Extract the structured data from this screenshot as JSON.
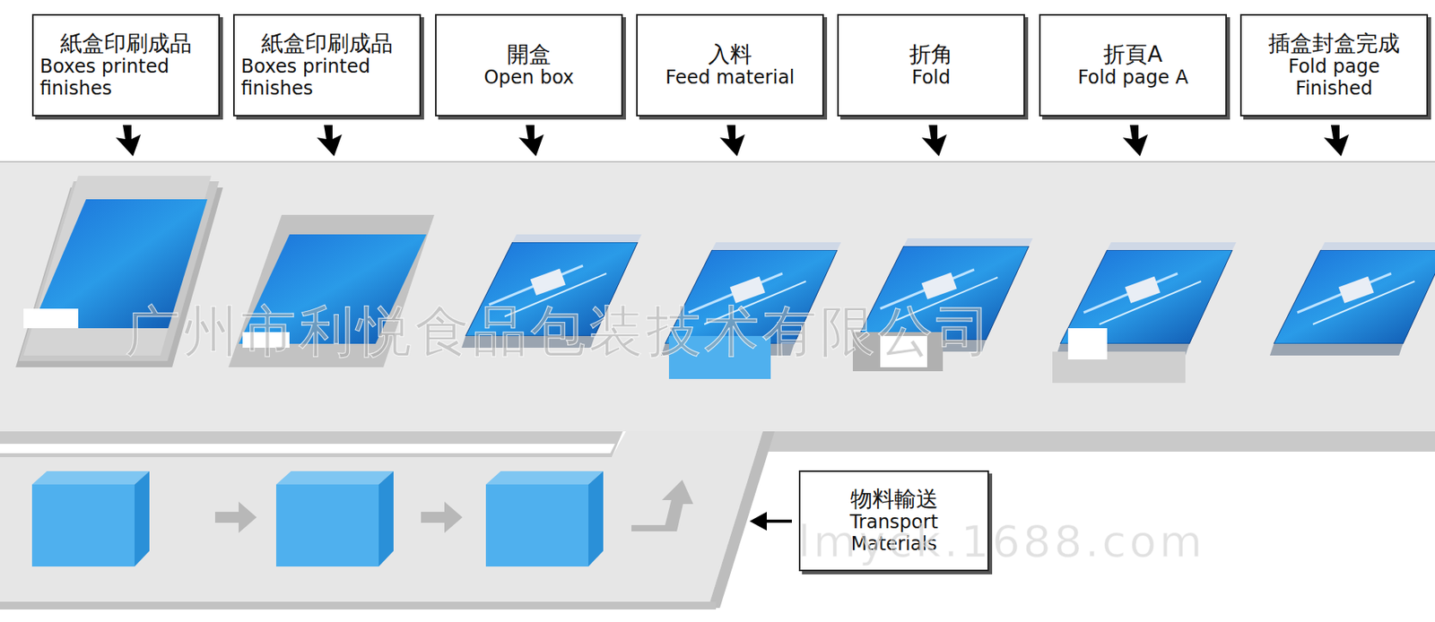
{
  "diagram": {
    "nodes": [
      {
        "text": [
          "紙盒印刷成品",
          "Boxes printed finishes"
        ]
      },
      {
        "text": [
          "紙盒印刷成品",
          "Boxes printed finishes"
        ]
      },
      {
        "text": [
          "開盒",
          "Open box"
        ]
      },
      {
        "text": [
          "入料",
          "Feed material"
        ]
      },
      {
        "text": [
          "折角",
          "Fold"
        ]
      },
      {
        "text": [
          "折頁A",
          "Fold page A"
        ]
      },
      {
        "text": [
          "插盒封盒完成",
          "Fold page Finished"
        ]
      },
      {
        "text": [
          "物料輸送",
          "Transport Materials"
        ]
      }
    ],
    "labels": [
      "广州市利悦食品包装技术有限公司",
      "lmyck.1688.com"
    ]
  }
}
